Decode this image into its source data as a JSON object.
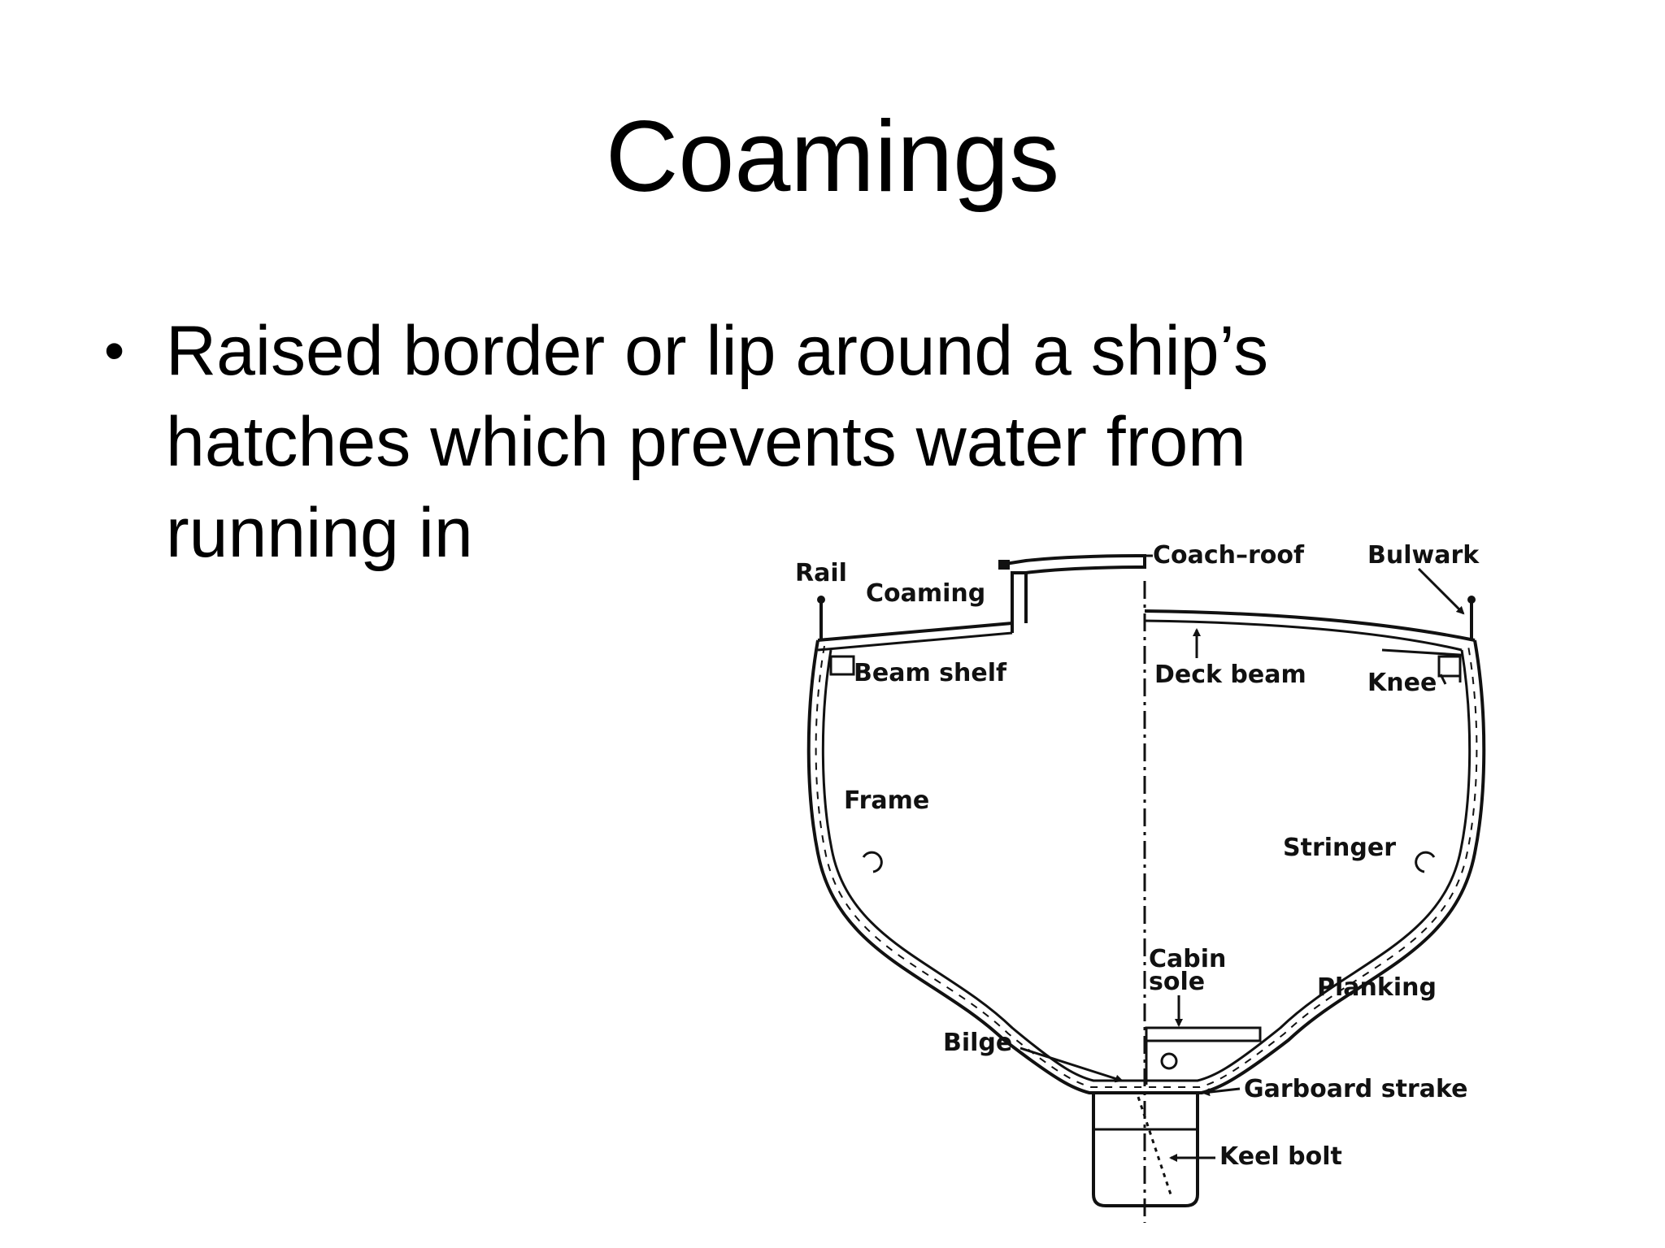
{
  "slide": {
    "title": "Coamings",
    "bullet_lines": [
      "Raised border or lip around a ship’s",
      "hatches which prevents water from",
      "running in"
    ]
  },
  "diagram": {
    "labels": {
      "rail": "Rail",
      "coaming": "Coaming",
      "coach_roof": "Coach–roof",
      "bulwark": "Bulwark",
      "beam_shelf": "Beam shelf",
      "deck_beam": "Deck beam",
      "knee": "Knee",
      "frame": "Frame",
      "stringer": "Stringer",
      "cabin": "Cabin",
      "sole": "sole",
      "planking": "Planking",
      "bilge": "Bilge",
      "garboard_strake": "Garboard strake",
      "keel_bolt": "Keel bolt"
    }
  }
}
